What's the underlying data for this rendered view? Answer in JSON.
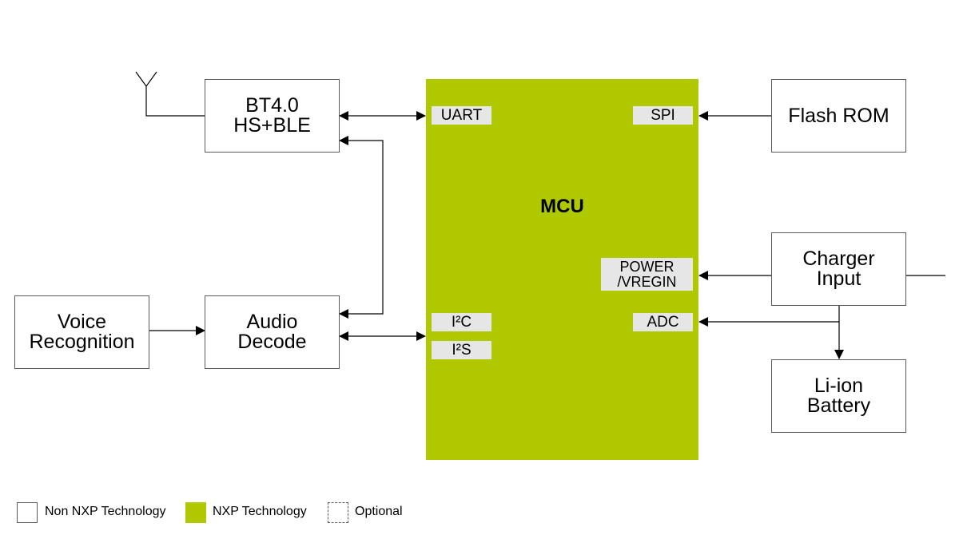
{
  "blocks": {
    "bt": {
      "line1": "BT4.0",
      "line2": "HS+BLE"
    },
    "audio": {
      "line1": "Audio",
      "line2": "Decode"
    },
    "voice": {
      "line1": "Voice",
      "line2": "Recognition"
    },
    "flash": {
      "label": "Flash ROM"
    },
    "charger": {
      "line1": "Charger",
      "line2": "Input"
    },
    "battery": {
      "line1": "Li-ion",
      "line2": "Battery"
    }
  },
  "mcu": {
    "title": "MCU",
    "ports": {
      "uart": "UART",
      "spi": "SPI",
      "power_line1": "POWER",
      "power_line2": "/VREGIN",
      "i2c": "I²C",
      "adc": "ADC",
      "i2s": "I²S"
    }
  },
  "legend": {
    "non_nxp": "Non NXP Technology",
    "nxp": "NXP Technology",
    "optional": "Optional"
  },
  "colors": {
    "nxp_green": "#b0c800",
    "port_gray": "#e6e6e6",
    "border": "#5a5a5a",
    "line": "#000000"
  },
  "icons": [
    "antenna-icon",
    "arrow-icon"
  ]
}
